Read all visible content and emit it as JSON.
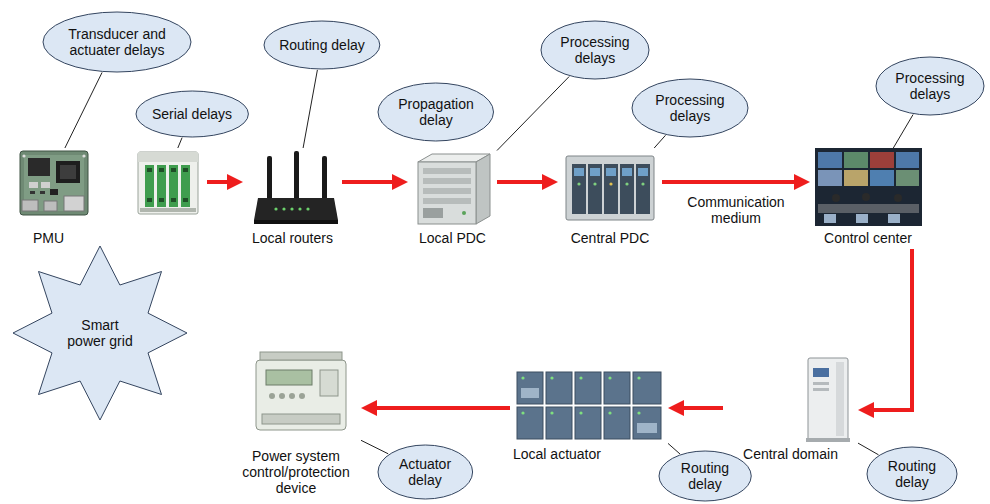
{
  "diagram": {
    "nodes": [
      {
        "text": [
          "Transducer and actuater delays"
        ]
      },
      {
        "text": [
          "Routing delay"
        ]
      },
      {
        "text": [
          "Processing delays"
        ]
      },
      {
        "text": [
          "Processing delays"
        ]
      },
      {
        "text": [
          "Serial delays"
        ]
      },
      {
        "text": [
          "Propagation delay"
        ]
      },
      {
        "text": [
          "Processing delays"
        ]
      },
      {
        "text": [
          "PMU"
        ]
      },
      {
        "text": [
          "Local routers"
        ]
      },
      {
        "text": [
          "Local PDC"
        ]
      },
      {
        "text": [
          "Central PDC"
        ]
      },
      {
        "text": [
          "Control center"
        ]
      },
      {
        "text": [
          "Smart power grid"
        ]
      },
      {
        "text": [
          "Power system control/protection device"
        ]
      },
      {
        "text": [
          "Local actuator"
        ]
      },
      {
        "text": [
          "Central domain"
        ]
      },
      {
        "text": [
          "Actuator delay"
        ]
      },
      {
        "text": [
          "Routing delay"
        ]
      },
      {
        "text": [
          "Routing delay"
        ]
      }
    ],
    "edges": [
      {
        "from": 7,
        "to": 8,
        "arrow": "to"
      },
      {
        "from": 8,
        "to": 9,
        "arrow": "to"
      },
      {
        "from": 9,
        "to": 10,
        "arrow": "to"
      },
      {
        "from": 10,
        "to": 11,
        "label": "Communication medium",
        "arrow": "to"
      },
      {
        "from": 11,
        "to": 15,
        "arrow": "to"
      },
      {
        "from": 15,
        "to": 14,
        "arrow": "to"
      },
      {
        "from": 14,
        "to": 13,
        "arrow": "to"
      },
      {
        "from": 0,
        "to": 7,
        "arrow": "none"
      },
      {
        "from": 4,
        "to": 7,
        "arrow": "none"
      },
      {
        "from": 1,
        "to": 8,
        "arrow": "none"
      },
      {
        "from": 2,
        "to": 9,
        "arrow": "none"
      },
      {
        "from": 6,
        "to": 10,
        "arrow": "none"
      },
      {
        "from": 3,
        "to": 11,
        "arrow": "none"
      },
      {
        "from": 18,
        "to": 15,
        "arrow": "none"
      },
      {
        "from": 17,
        "to": 14,
        "arrow": "none"
      },
      {
        "from": 16,
        "to": 13,
        "arrow": "none"
      }
    ]
  }
}
